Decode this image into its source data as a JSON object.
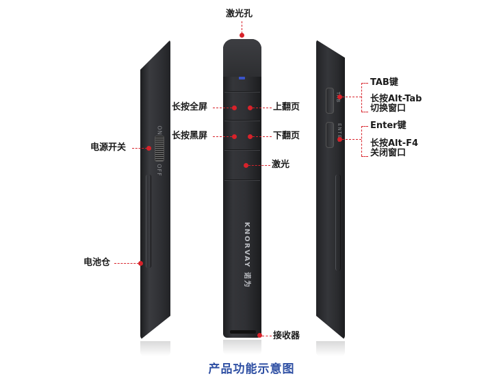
{
  "callouts": {
    "laser_hole": "激光孔",
    "long_press_fullscreen": "长按全屏",
    "page_up": "上翻页",
    "long_press_black": "长按黑屏",
    "page_down": "下翻页",
    "laser": "激光",
    "power_switch": "电源开关",
    "battery": "电池仓",
    "receiver": "接收器",
    "tab_key": "TAB键",
    "tab_long": "长按Alt-Tab",
    "tab_long_desc": "切换窗口",
    "enter_key": "Enter键",
    "enter_long": "长按Alt-F4",
    "enter_long_desc": "关闭窗口"
  },
  "device": {
    "brand": "KNORVAY 诺为",
    "switch_on": "ON",
    "switch_off": "OFF",
    "side_tab": "TAB",
    "side_enter": "ENTER"
  },
  "caption": "产品功能示意图",
  "colors": {
    "callout": "#d8222a",
    "caption": "#2e4fa3",
    "device": "#2f3034",
    "led": "#3a53c9"
  },
  "icons": [
    "laser-led-icon"
  ]
}
